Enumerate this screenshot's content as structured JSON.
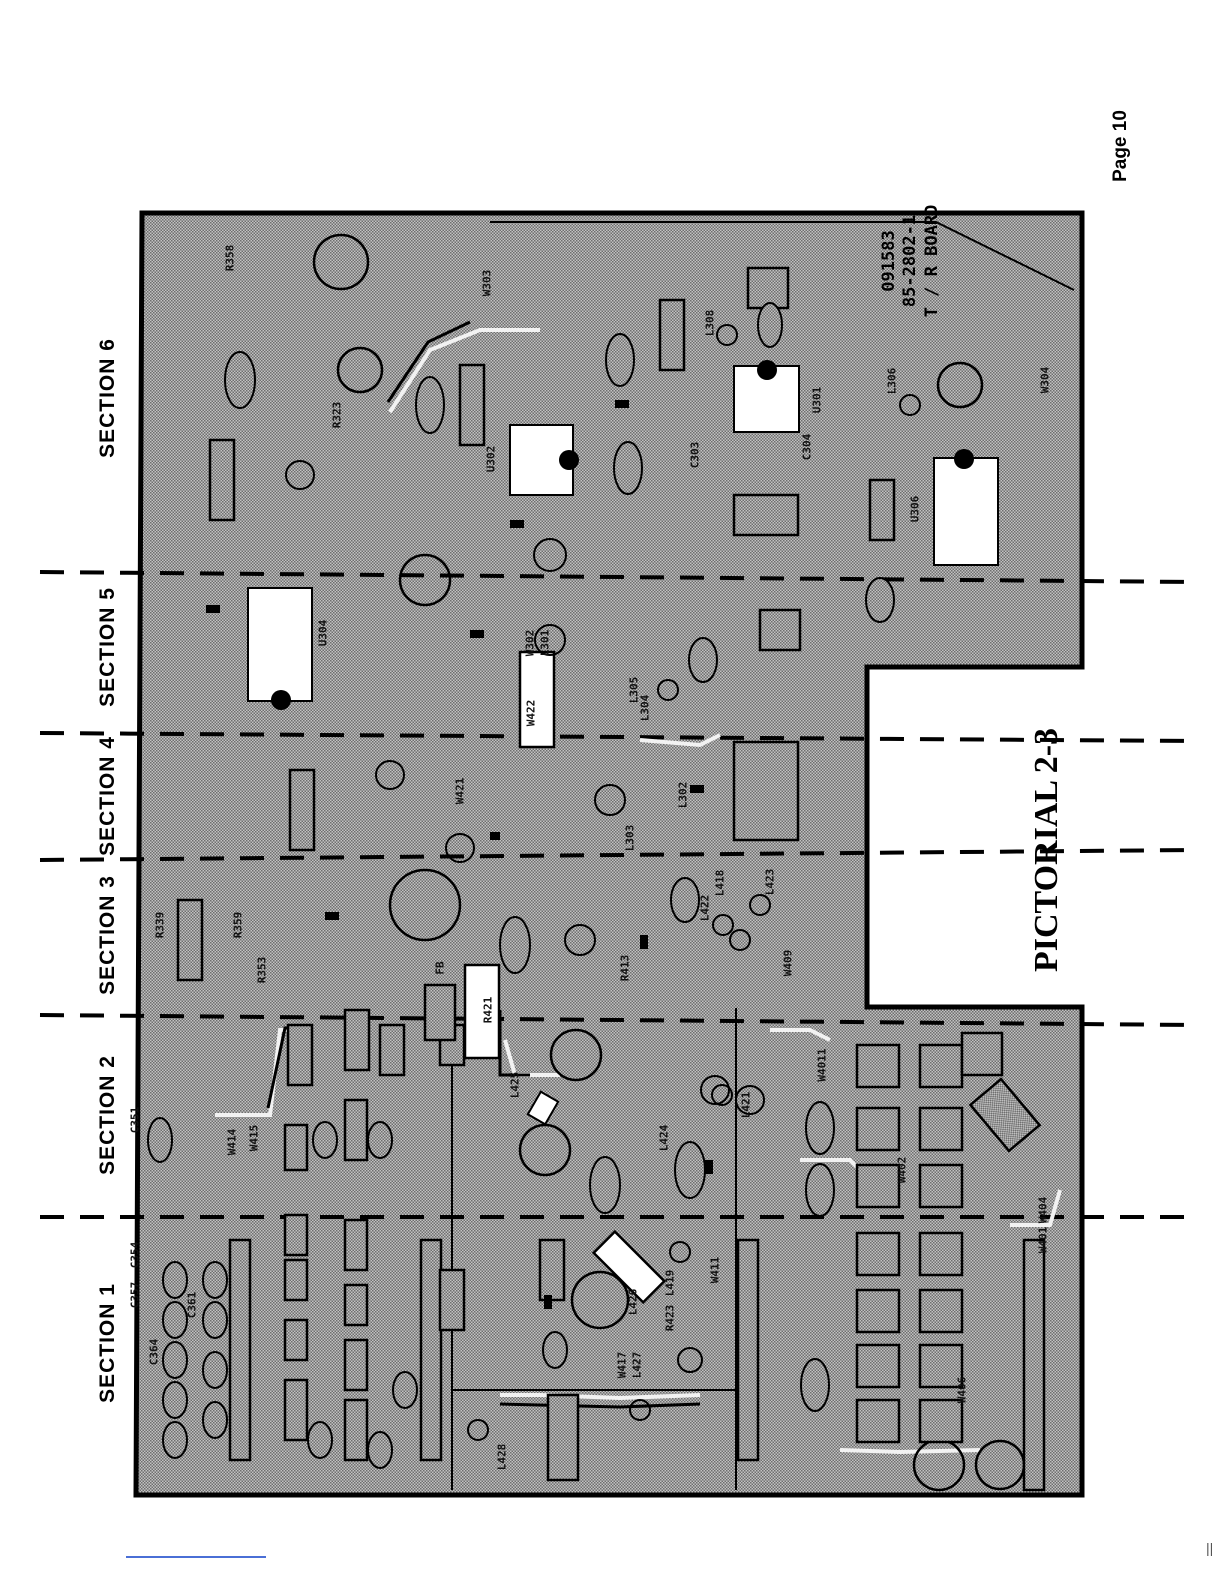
{
  "page": {
    "number": "Page 10"
  },
  "figure": {
    "title": "PICTORIAL 2-3"
  },
  "board": {
    "name": "T / R BOARD",
    "part_number": "85-2802-1",
    "id_number": "091583"
  },
  "sections": [
    {
      "label": "SECTION 1"
    },
    {
      "label": "SECTION 2"
    },
    {
      "label": "SECTION 3"
    },
    {
      "label": "SECTION 4"
    },
    {
      "label": "SECTION 5"
    },
    {
      "label": "SECTION 6"
    }
  ],
  "ic_labels": {
    "u302": "U302",
    "u304": "U304",
    "u301": "U301",
    "u306": "U306"
  },
  "component_labels": [
    "R421",
    "L428",
    "L426",
    "L425",
    "L419",
    "L427",
    "W417",
    "W411",
    "W414",
    "W415",
    "W421",
    "W422",
    "W302",
    "L301",
    "L302",
    "L303",
    "L304",
    "L305",
    "L306",
    "L308",
    "L418",
    "L422",
    "L423",
    "W409",
    "W4011",
    "W402",
    "W404",
    "W401",
    "W406",
    "W303",
    "W304",
    "R358",
    "R339",
    "R359",
    "R353",
    "R323",
    "C351",
    "C357",
    "C354",
    "C361",
    "C364",
    "FB",
    "L421",
    "L424",
    "C303",
    "C304",
    "R413",
    "R423"
  ],
  "colors": {
    "board": "#a7a7a7",
    "outline": "#000000",
    "ic_body": "#ffffff"
  }
}
